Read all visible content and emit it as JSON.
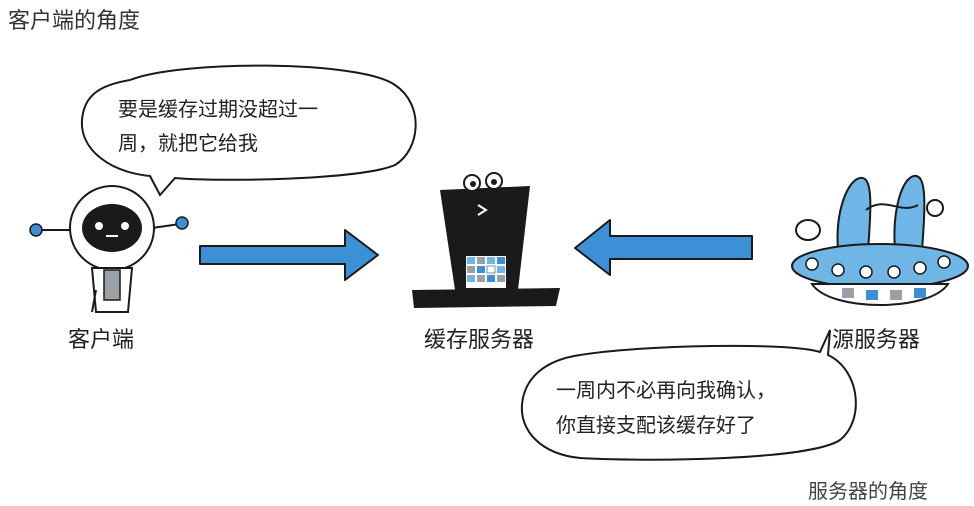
{
  "title": "客户端的角度",
  "nodes": {
    "client": "客户端",
    "cache": "缓存服务器",
    "origin": "源服务器"
  },
  "client_bubble": {
    "line1": "要是缓存过期没超过一",
    "line2": "周，就把它给我"
  },
  "server_bubble": {
    "line1": "一周内不必再向我确认，",
    "line2": "你直接支配该缓存好了"
  },
  "footer": "服务器的角度",
  "colors": {
    "arrow": "#3d8fd6",
    "outline": "#1a1a1a",
    "accent_blue": "#6fb6e6"
  }
}
